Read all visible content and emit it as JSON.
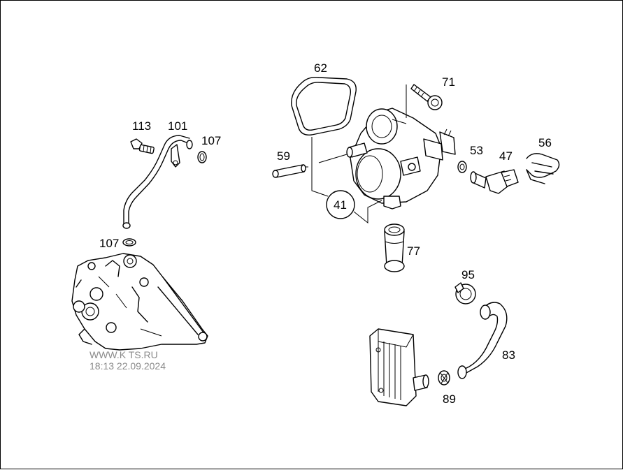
{
  "diagram": {
    "labels": {
      "p113": "113",
      "p101": "101",
      "p107a": "107",
      "p107b": "107",
      "p62": "62",
      "p71": "71",
      "p59": "59",
      "p53": "53",
      "p47": "47",
      "p56": "56",
      "p41": "41",
      "p77": "77",
      "p95": "95",
      "p83": "83",
      "p89": "89"
    },
    "watermark": {
      "site": "WWW.K   TS.RU",
      "datetime": "18:13 22.09.2024"
    }
  }
}
